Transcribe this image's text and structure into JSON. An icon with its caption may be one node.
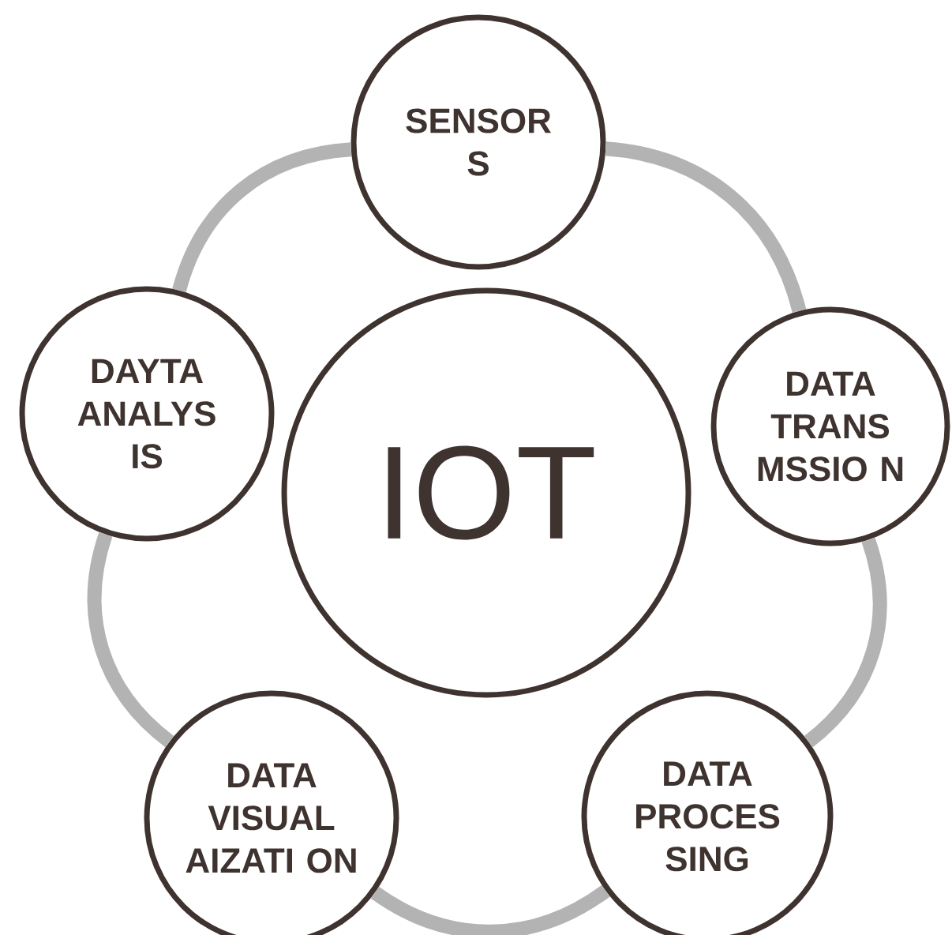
{
  "diagram": {
    "nodes": [
      {
        "text": [
          "IOT"
        ]
      },
      {
        "text": [
          "SENSOR S"
        ]
      },
      {
        "text": [
          "DATA TRANS MSSIO N"
        ]
      },
      {
        "text": [
          "DATA PROCES SING"
        ]
      },
      {
        "text": [
          "DATA VISUAL AIZATI ON"
        ]
      },
      {
        "text": [
          "DAYTA ANALYS IS"
        ]
      }
    ],
    "edges": [
      {
        "from": 1,
        "to": 2,
        "arrow": "none"
      },
      {
        "from": 2,
        "to": 3,
        "arrow": "none"
      },
      {
        "from": 3,
        "to": 4,
        "arrow": "none"
      },
      {
        "from": 4,
        "to": 5,
        "arrow": "none"
      },
      {
        "from": 5,
        "to": 1,
        "arrow": "none"
      }
    ]
  }
}
